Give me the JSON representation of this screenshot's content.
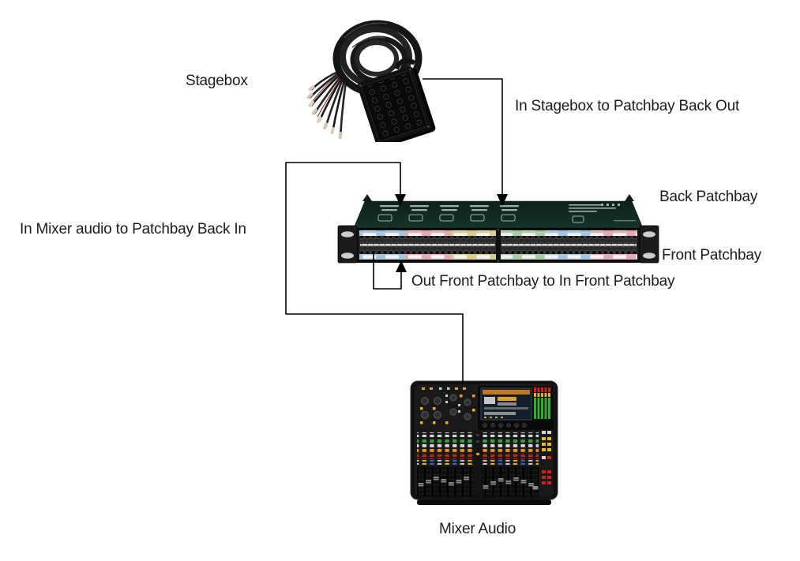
{
  "diagram": {
    "type": "audio-signal-flow",
    "nodes": [
      {
        "id": "stagebox",
        "label": "Stagebox",
        "image": "stagebox-snake-cable"
      },
      {
        "id": "back-patchbay",
        "label": "Back Patchbay",
        "image": "patchbay-rack-rear-panel"
      },
      {
        "id": "front-patchbay",
        "label": "Front Patchbay",
        "image": "patchbay-rack-front-panel"
      },
      {
        "id": "mixer",
        "label": "Mixer Audio",
        "image": "digital-mixer-console"
      }
    ],
    "connections": [
      {
        "id": "stagebox-to-patchbay-back",
        "label": "In Stagebox to Patchbay Back Out",
        "from": "stagebox",
        "to": "back-patchbay",
        "arrow": "down"
      },
      {
        "id": "mixer-to-patchbay-back",
        "label": "In Mixer audio to Patchbay Back In",
        "from": "mixer",
        "to": "back-patchbay",
        "arrow": "down"
      },
      {
        "id": "front-patchbay-loop",
        "label": "Out Front Patchbay to In Front Patchbay",
        "from": "front-patchbay",
        "to": "front-patchbay",
        "arrow": "up"
      }
    ]
  },
  "colors": {
    "background": "#ffffff",
    "text": "#1c1c1c",
    "connector_line": "#000000",
    "patchbay_back_panel_green": "#11271f",
    "strip_blue": "#a3c6de",
    "strip_pink": "#e2abb5",
    "strip_yellow": "#d8cd8e",
    "strip_green": "#a9cba5"
  }
}
